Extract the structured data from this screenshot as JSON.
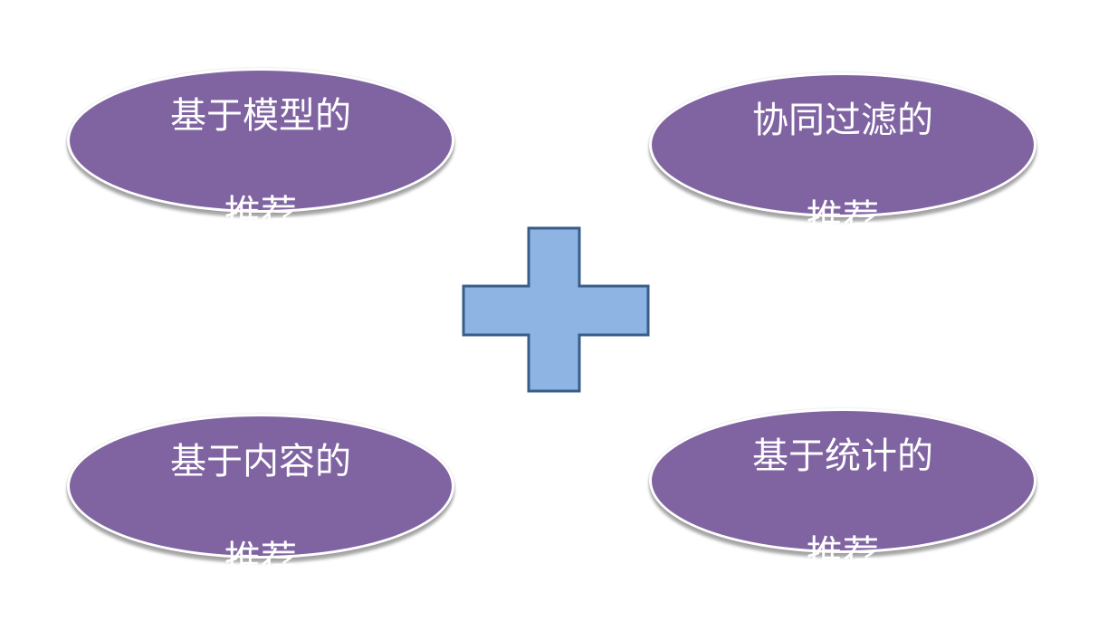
{
  "diagram": {
    "colors": {
      "ellipse_fill": "#8064a2",
      "ellipse_text": "#ffffff",
      "plus_fill": "#8eb4e3",
      "plus_stroke": "#385d8a"
    },
    "nodes": [
      {
        "id": "model-based",
        "line1": "基于模型的",
        "line2": "推荐"
      },
      {
        "id": "collaborative-filtering",
        "line1": "协同过滤的",
        "line2": "推荐"
      },
      {
        "id": "content-based",
        "line1": "基于内容的",
        "line2": "推荐"
      },
      {
        "id": "statistics-based",
        "line1": "基于统计的",
        "line2": "推荐"
      }
    ],
    "center_symbol": "plus-icon"
  }
}
